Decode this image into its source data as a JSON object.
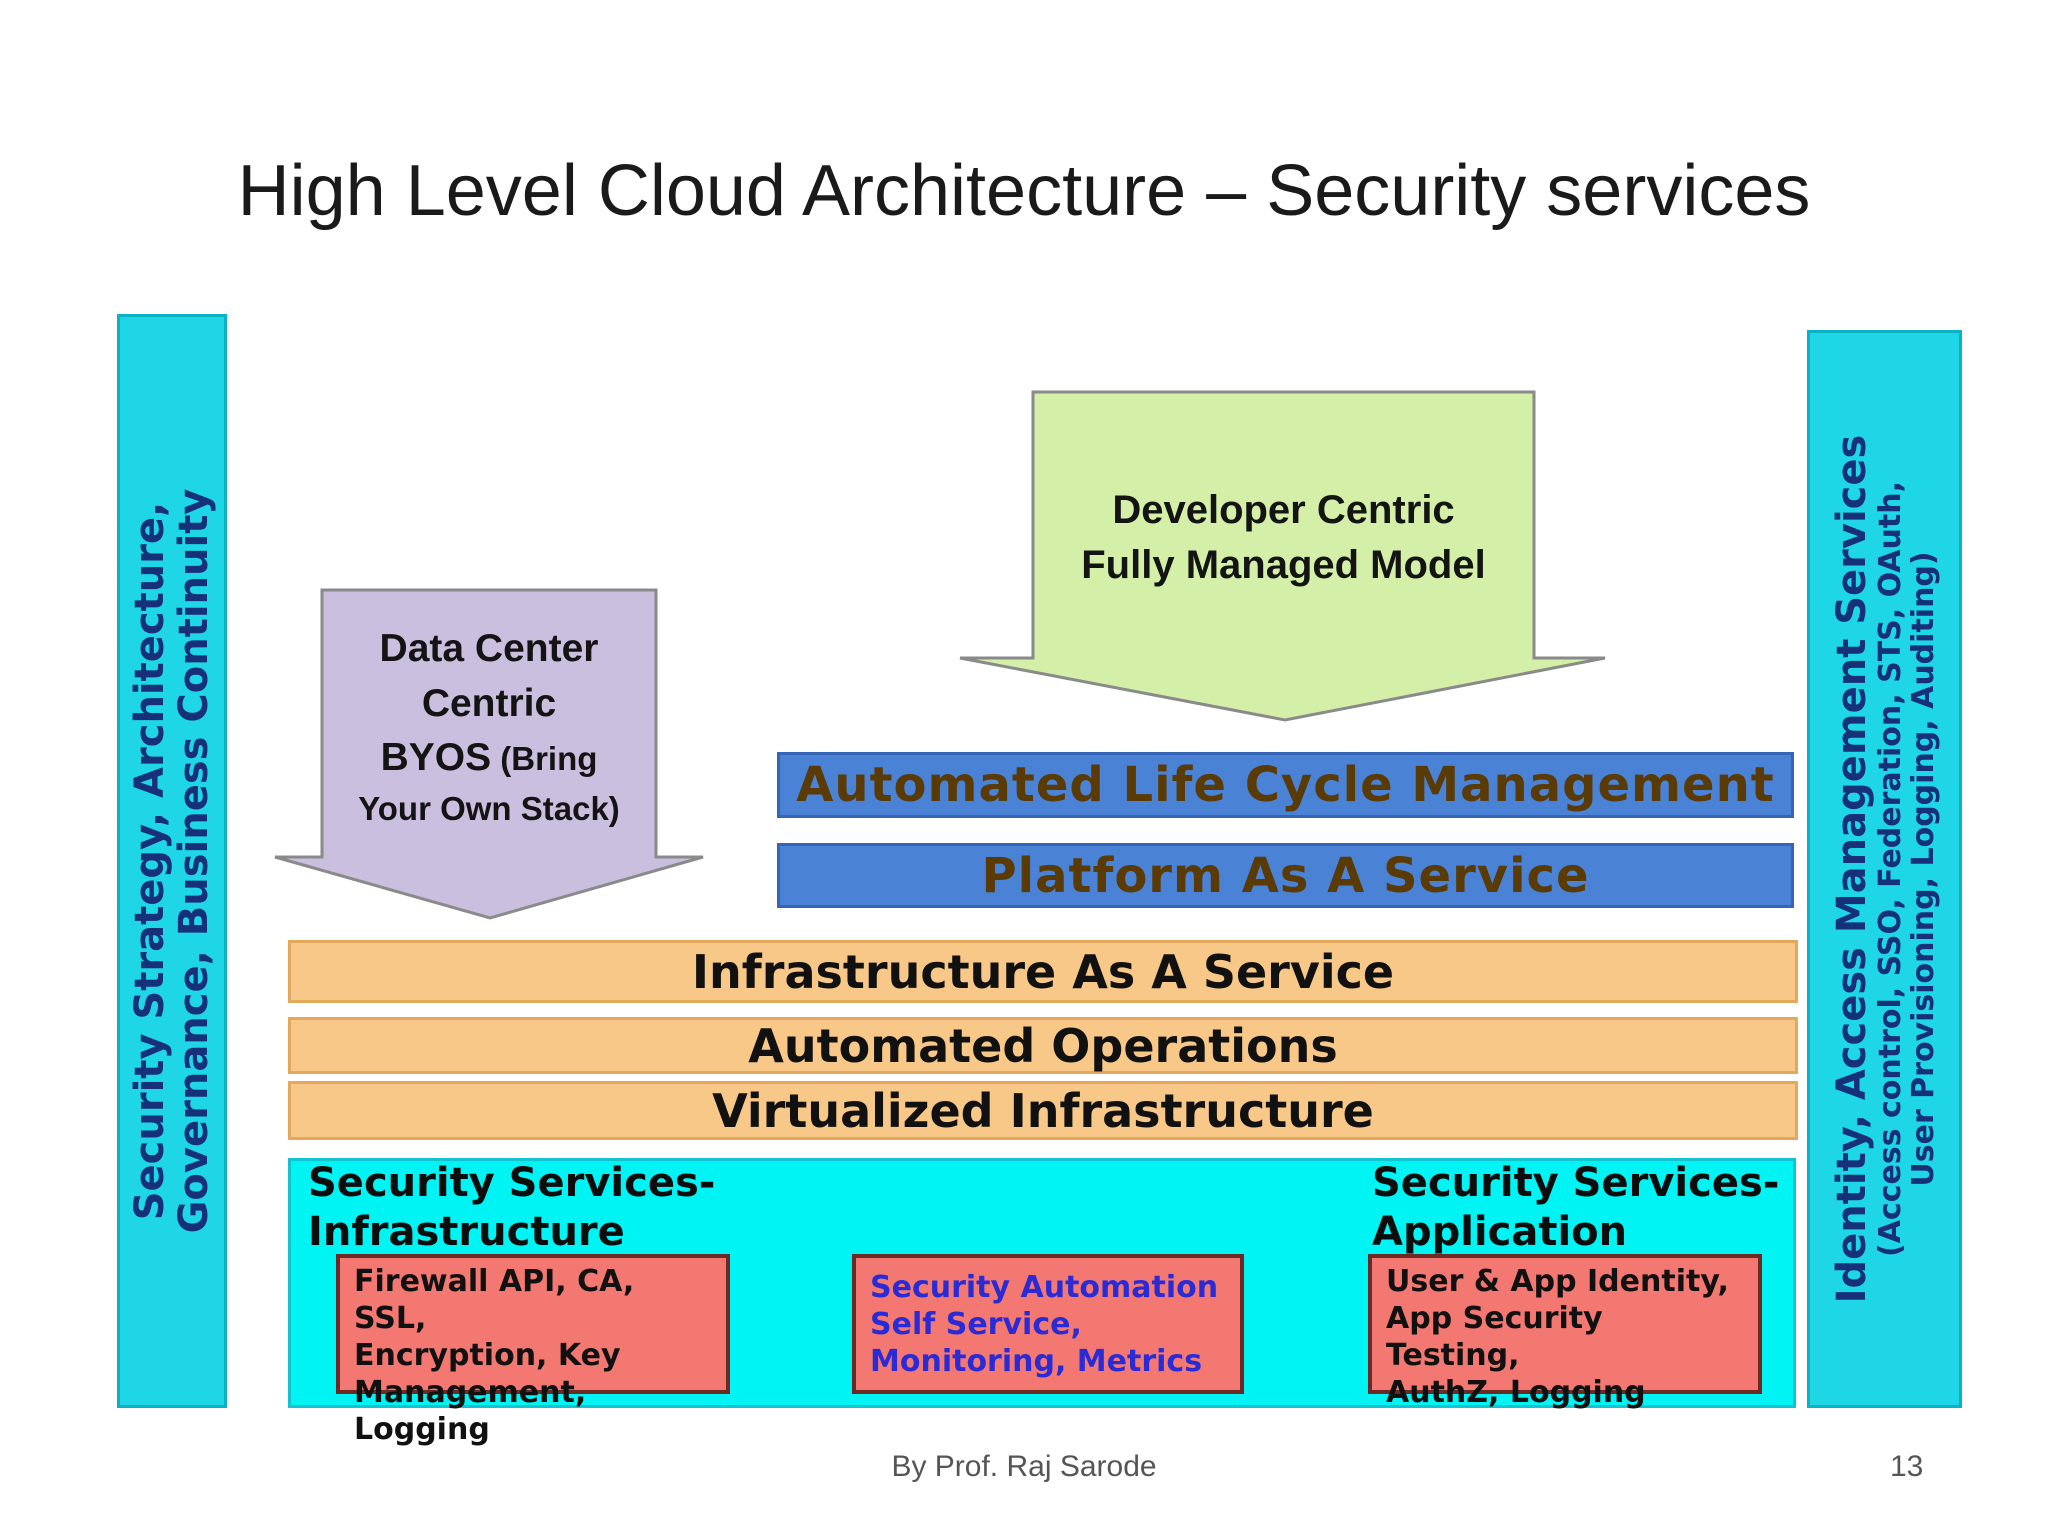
{
  "slide": {
    "title": "High Level Cloud Architecture – Security services",
    "footer_author": "By Prof. Raj Sarode",
    "page_number": "13"
  },
  "left_bar": {
    "line1": "Security Strategy, Architecture,",
    "line2": "Governance, Business Continuity"
  },
  "right_bar": {
    "line1": "Identity, Access Management Services",
    "line2": "(Access control, SSO, Federation, STS, OAuth,",
    "line3": "User Provisioning,  Logging, Auditing)"
  },
  "data_center_arrow": {
    "line1": "Data Center",
    "line2": "Centric",
    "line3_bold": "BYOS",
    "line3_rest": " (Bring",
    "line4": "Your Own Stack)"
  },
  "developer_arrow": {
    "line1": "Developer Centric",
    "line2": "Fully Managed Model"
  },
  "layers": {
    "alm": "Automated Life Cycle Management",
    "paas": "Platform As A Service",
    "iaas": "Infrastructure As A Service",
    "ops": "Automated Operations",
    "virt": "Virtualized Infrastructure"
  },
  "security": {
    "infra_heading_1": "Security Services-",
    "infra_heading_2": "Infrastructure",
    "app_heading_1": "Security Services-",
    "app_heading_2": "Application",
    "infra_box": [
      "Firewall API, CA, SSL,",
      "Encryption, Key",
      "Management, Logging"
    ],
    "center_box": [
      "Security Automation",
      "Self Service,",
      "Monitoring, Metrics"
    ],
    "app_box": [
      "User & App Identity,",
      "App Security Testing,",
      "AuthZ, Logging"
    ]
  },
  "colors": {
    "cyan_bar": "#1fd6e6",
    "orange_layer": "#f7c888",
    "blue_layer": "#4a82d6",
    "purple_arrow": "#cbbfdf",
    "green_arrow": "#d4f0a8",
    "red_box": "#f47872",
    "yellow_arrow": "#ffff2a"
  }
}
